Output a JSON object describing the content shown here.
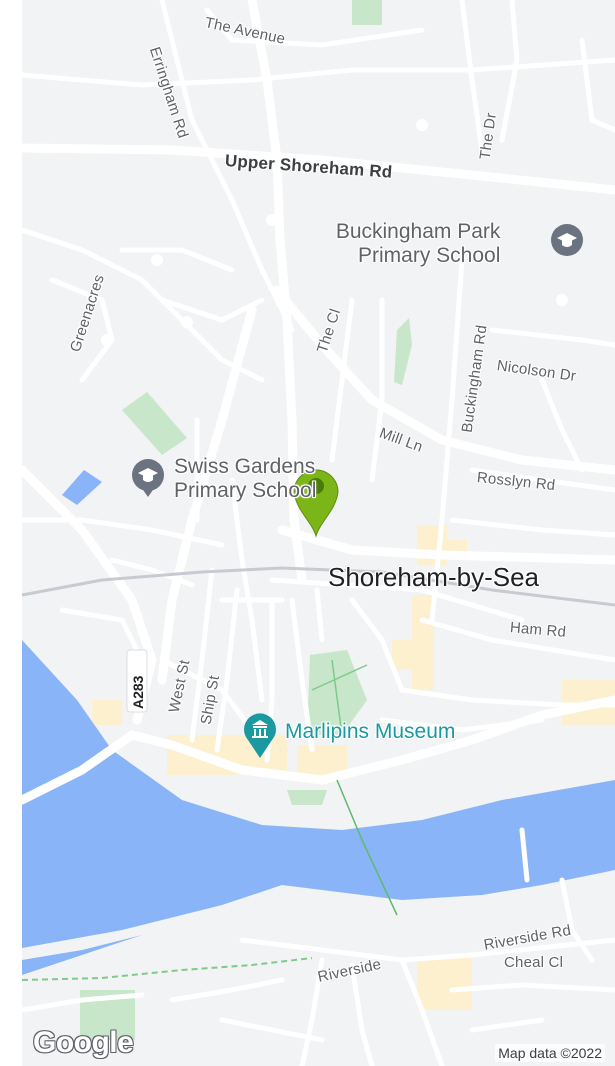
{
  "map": {
    "town_label": "Shoreham-by-Sea",
    "roads": {
      "the_avenue": "The Avenue",
      "erringham_rd": "Erringham Rd",
      "upper_shoreham_rd": "Upper Shoreham Rd",
      "the_dr": "The Dr",
      "greenacres": "Greenacres",
      "the_cl": "The Cl",
      "buckingham_rd": "Buckingham Rd",
      "nicolson_dr": "Nicolson Dr",
      "mill_ln": "Mill Ln",
      "rosslyn_rd": "Rosslyn Rd",
      "ham_rd": "Ham Rd",
      "west_st": "West St",
      "ship_st": "Ship St",
      "riverside_rd": "Riverside Rd",
      "riverside": "Riverside",
      "cheal_cl": "Cheal Cl"
    },
    "route_shield": "A283",
    "pois": {
      "buckingham_school_line1": "Buckingham Park",
      "buckingham_school_line2": "Primary School",
      "swiss_school_line1": "Swiss Gardens",
      "swiss_school_line2": "Primary School",
      "museum": "Marlipins Museum"
    },
    "icons": {
      "school": "school-icon",
      "museum": "museum-icon",
      "marker": "map-pin-icon"
    },
    "colors": {
      "land": "#f1f3f4",
      "road": "#ffffff",
      "water": "#8ab4f8",
      "park": "#c8e6c9",
      "commercial": "#fdf0cf",
      "marker": "#7cb518",
      "museum": "#1a9aa0",
      "school_icon": "#6b7280"
    }
  },
  "footer": {
    "logo": "Google",
    "attribution": "Map data ©2022"
  }
}
